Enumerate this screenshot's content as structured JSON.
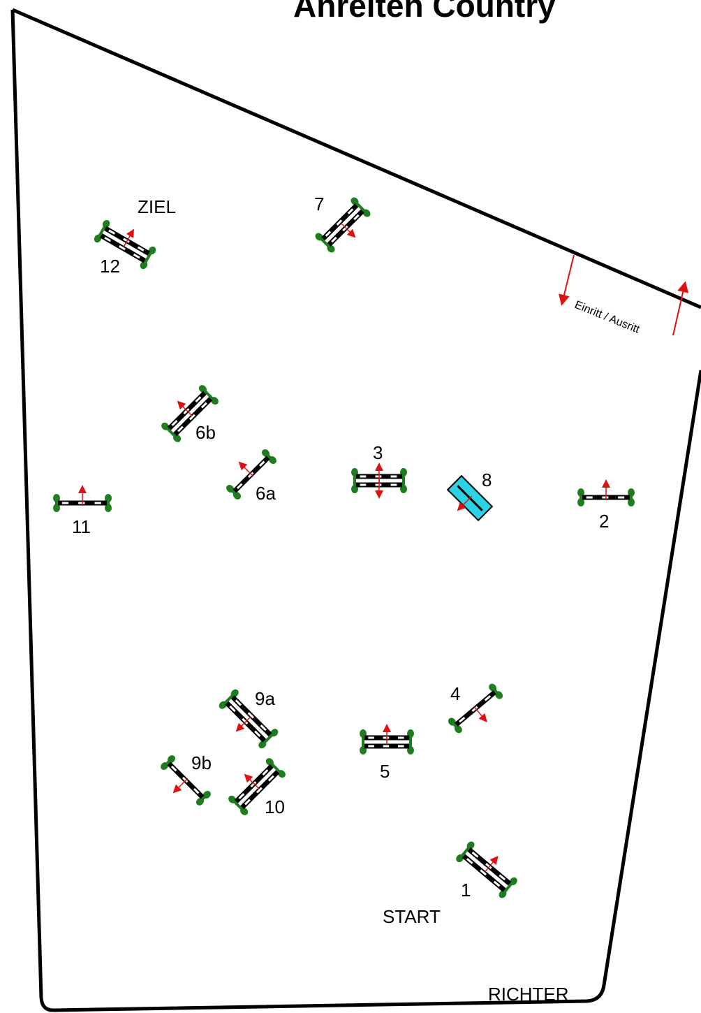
{
  "title": "Anreiten Country",
  "labels": {
    "ziel": "ZIEL",
    "start": "START",
    "richter": "RICHTER",
    "entrance": "Einritt / Ausritt"
  },
  "colors": {
    "arena_border": "#000000",
    "wing": "#1e7d1e",
    "pole_dark": "#000000",
    "pole_light": "#ffffff",
    "water": "#2ad4e6",
    "direction_arrow": "#e01010"
  },
  "obstacles": [
    {
      "id": "1",
      "label": "1",
      "type": "oxer",
      "direction": "forward"
    },
    {
      "id": "2",
      "label": "2",
      "type": "vertical",
      "direction": "forward"
    },
    {
      "id": "3",
      "label": "3",
      "type": "oxer",
      "direction": "both"
    },
    {
      "id": "4",
      "label": "4",
      "type": "vertical",
      "direction": "forward"
    },
    {
      "id": "5",
      "label": "5",
      "type": "oxer",
      "direction": "forward"
    },
    {
      "id": "6a",
      "label": "6a",
      "type": "vertical",
      "direction": "forward"
    },
    {
      "id": "6b",
      "label": "6b",
      "type": "oxer",
      "direction": "forward"
    },
    {
      "id": "7",
      "label": "7",
      "type": "oxer",
      "direction": "forward"
    },
    {
      "id": "8",
      "label": "8",
      "type": "water",
      "direction": "forward"
    },
    {
      "id": "9a",
      "label": "9a",
      "type": "oxer",
      "direction": "forward"
    },
    {
      "id": "9b",
      "label": "9b",
      "type": "vertical",
      "direction": "forward"
    },
    {
      "id": "10",
      "label": "10",
      "type": "oxer",
      "direction": "forward"
    },
    {
      "id": "11",
      "label": "11",
      "type": "vertical",
      "direction": "forward"
    },
    {
      "id": "12",
      "label": "12",
      "type": "oxer",
      "direction": "forward"
    }
  ]
}
